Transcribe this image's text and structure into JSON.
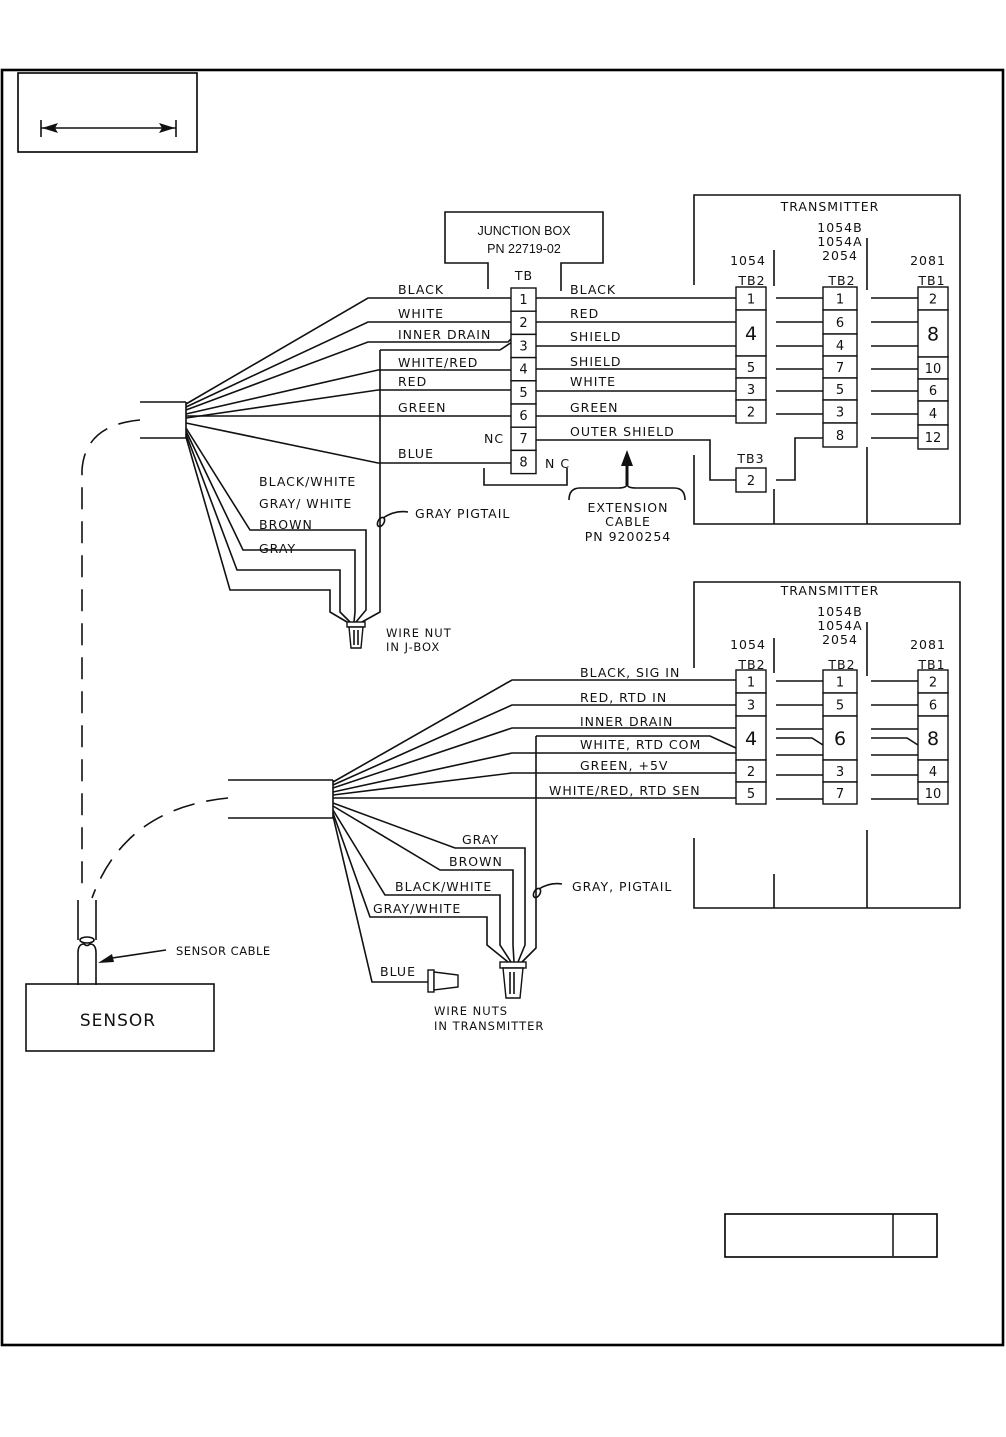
{
  "upper": {
    "junction_box": {
      "title": "JUNCTION BOX",
      "part_number": "PN 22719-02",
      "tb_label": "TB"
    },
    "left_wires": [
      "BLACK",
      "WHITE",
      "INNER DRAIN",
      "WHITE/RED",
      "RED",
      "GREEN",
      "BLUE"
    ],
    "pigtail_wires": [
      "BLACK/WHITE",
      "GRAY/ WHITE",
      "BROWN",
      "GRAY"
    ],
    "gray_pigtail": "GRAY  PIGTAIL",
    "wire_nut": [
      "WIRE NUT",
      "IN J-BOX"
    ],
    "tb_terminals": [
      "1",
      "2",
      "3",
      "4",
      "5",
      "6",
      "7",
      "8"
    ],
    "nc_left": "NC",
    "nc_right": "N C",
    "right_wires": [
      "BLACK",
      "RED",
      "SHIELD",
      "SHIELD",
      "WHITE",
      "GREEN",
      "OUTER SHIELD"
    ],
    "extension_cable": [
      "EXTENSION",
      "CABLE",
      "PN 9200254"
    ],
    "transmitter": {
      "title": "TRANSMITTER",
      "col1": {
        "model": "1054",
        "tb": "TB2",
        "terminals": [
          "1",
          "4",
          "5",
          "3",
          "2"
        ]
      },
      "col2": {
        "models": [
          "1054B",
          "1054A",
          "2054"
        ],
        "tb": "TB2",
        "terminals": [
          "1",
          "6",
          "4",
          "7",
          "5",
          "3",
          "8"
        ]
      },
      "col3": {
        "model": "2081",
        "tb": "TB1",
        "terminals": [
          "2",
          "8",
          "10",
          "6",
          "4",
          "12"
        ]
      },
      "tb3": {
        "label": "TB3",
        "terminal": "2"
      }
    }
  },
  "lower": {
    "right_wires": [
      "BLACK, SIG IN",
      "RED, RTD  IN",
      "INNER DRAIN",
      "WHITE, RTD COM",
      "GREEN, +5V",
      "WHITE/RED, RTD SEN"
    ],
    "pigtail_wires": [
      "GRAY",
      "BROWN",
      "BLACK/WHITE",
      "GRAY/WHITE"
    ],
    "blue_wire": "BLUE",
    "gray_pigtail": "GRAY, PIGTAIL",
    "wire_nuts": [
      "WIRE NUTS",
      "IN TRANSMITTER"
    ],
    "transmitter": {
      "title": "TRANSMITTER",
      "col1": {
        "model": "1054",
        "tb": "TB2",
        "terminals": [
          "1",
          "3",
          "4",
          "2",
          "5"
        ]
      },
      "col2": {
        "models": [
          "1054B",
          "1054A",
          "2054"
        ],
        "tb": "TB2",
        "terminals": [
          "1",
          "5",
          "6",
          "3",
          "7"
        ]
      },
      "col3": {
        "model": "2081",
        "tb": "TB1",
        "terminals": [
          "2",
          "6",
          "8",
          "4",
          "10"
        ]
      }
    }
  },
  "sensor": {
    "label": "SENSOR",
    "cable_label": "SENSOR CABLE"
  }
}
